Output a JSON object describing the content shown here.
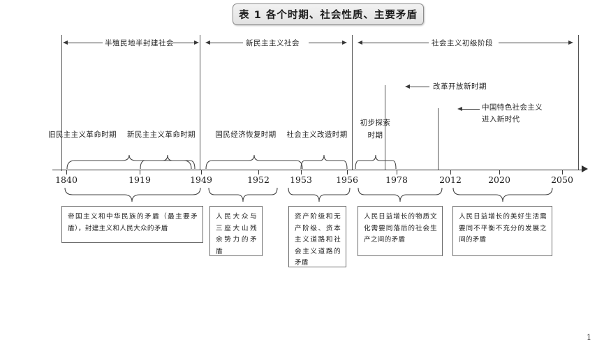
{
  "document": {
    "title": "表 1  各个时期、社会性质、主要矛盾",
    "page_number": "1"
  },
  "chart_data": {
    "type": "timeline",
    "title": "表 1  各个时期、社会性质、主要矛盾",
    "axis_years": [
      "1840",
      "1919",
      "1949",
      "1952",
      "1953",
      "1956",
      "1978",
      "2012",
      "2020",
      "2050"
    ],
    "society_spans": [
      {
        "label": "半殖民地半封建社会",
        "from": "1840",
        "to": "1949"
      },
      {
        "label": "新民主主义社会",
        "from": "1949",
        "to": "1956"
      },
      {
        "label": "社会主义初级阶段",
        "from": "1956",
        "to": "2050"
      }
    ],
    "sub_spans": [
      {
        "label": "改革开放新时期",
        "from": "1978"
      },
      {
        "label": "中国特色社会主义\n进入新时代",
        "from": "2012"
      }
    ],
    "periods": [
      {
        "label": "旧民主主义革命时期",
        "from": "1840",
        "to": "1919"
      },
      {
        "label": "新民主主义革命时期",
        "from": "1919",
        "to": "1949"
      },
      {
        "label": "国民经济恢复时期",
        "from": "1949",
        "to": "1952"
      },
      {
        "label": "社会主义改造时期",
        "from": "1953",
        "to": "1956"
      },
      {
        "label": "初步探索时期",
        "from": "1956",
        "to": "1978"
      }
    ],
    "contradictions": [
      {
        "text": "帝国主义和中华民族的矛盾（最主要矛盾），封建主义和人民大众的矛盾",
        "span": "1840–1949"
      },
      {
        "text": "人民大众与三座大山残余势力的矛盾",
        "span": "1949–1952"
      },
      {
        "text": "资产阶级和无产阶级、资本主义道路和社会主义道路的矛盾",
        "span": "1953–1956"
      },
      {
        "text": "人民日益增长的物质文化需要同落后的社会生产之间的矛盾",
        "span": "1956–2012"
      },
      {
        "text": "人民日益增长的美好生活需要同不平衡不充分的发展之间的矛盾",
        "span": "2012–2050"
      }
    ]
  },
  "spans": {
    "s1": "半殖民地半封建社会",
    "s2": "新民主主义社会",
    "s3": "社会主义初级阶段",
    "reform": "改革开放新时期",
    "newera_line1": "中国特色社会主义",
    "newera_line2": "进入新时代"
  },
  "periods": {
    "p1": "旧民主主义革命时期",
    "p2": "新民主主义革命时期",
    "p3": "国民经济恢复时期",
    "p4": "社会主义改造时期",
    "p5_line1": "初步探索",
    "p5_line2": "时期"
  },
  "years": {
    "y1840": "1840",
    "y1919": "1919",
    "y1949": "1949",
    "y1952": "1952",
    "y1953": "1953",
    "y1956": "1956",
    "y1978": "1978",
    "y2012": "2012",
    "y2020": "2020",
    "y2050": "2050"
  },
  "boxes": {
    "b1": "帝国主义和中华民族的矛盾（最主要矛盾），封建主义和人民大众的矛盾",
    "b2": "人民大众与三座大山残余势力的矛盾",
    "b3": "资产阶级和无产阶级、资本主义道路和社会主义道路的矛盾",
    "b4": "人民日益增长的物质文化需要同落后的社会生产之间的矛盾",
    "b5": "人民日益增长的美好生活需要同不平衡不充分的发展之间的矛盾"
  }
}
